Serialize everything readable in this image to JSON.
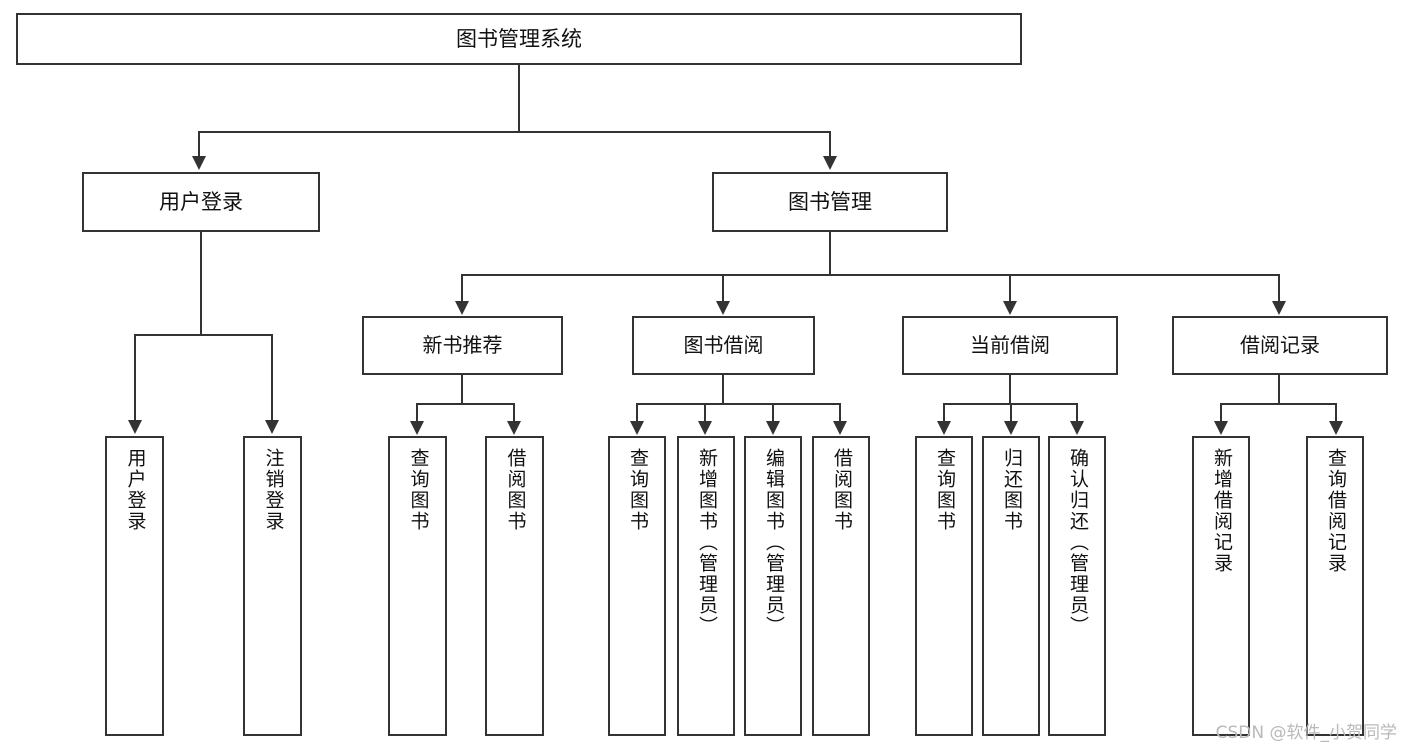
{
  "diagram": {
    "type": "tree",
    "title": "图书管理系统",
    "root": {
      "label": "图书管理系统"
    },
    "tier1": [
      {
        "label": "用户登录"
      },
      {
        "label": "图书管理"
      }
    ],
    "tier2": [
      {
        "label": "新书推荐"
      },
      {
        "label": "图书借阅"
      },
      {
        "label": "当前借阅"
      },
      {
        "label": "借阅记录"
      }
    ],
    "leaves": {
      "user_login": [
        {
          "label": "用户登录"
        },
        {
          "label": "注销登录"
        }
      ],
      "new_book_recommend": [
        {
          "label": "查询图书"
        },
        {
          "label": "借阅图书"
        }
      ],
      "book_borrow": [
        {
          "label": "查询图书"
        },
        {
          "label": "新增图书（管理员）"
        },
        {
          "label": "编辑图书（管理员）"
        },
        {
          "label": "借阅图书"
        }
      ],
      "current_borrow": [
        {
          "label": "查询图书"
        },
        {
          "label": "归还图书"
        },
        {
          "label": "确认归还（管理员）"
        }
      ],
      "borrow_record": [
        {
          "label": "新增借阅记录"
        },
        {
          "label": "查询借阅记录"
        }
      ]
    }
  },
  "watermark": {
    "text": "CSDN @软件_小贺同学"
  },
  "colors": {
    "stroke": "#333333",
    "background": "#ffffff",
    "text": "#111111",
    "watermark": "#b9b9b9"
  }
}
